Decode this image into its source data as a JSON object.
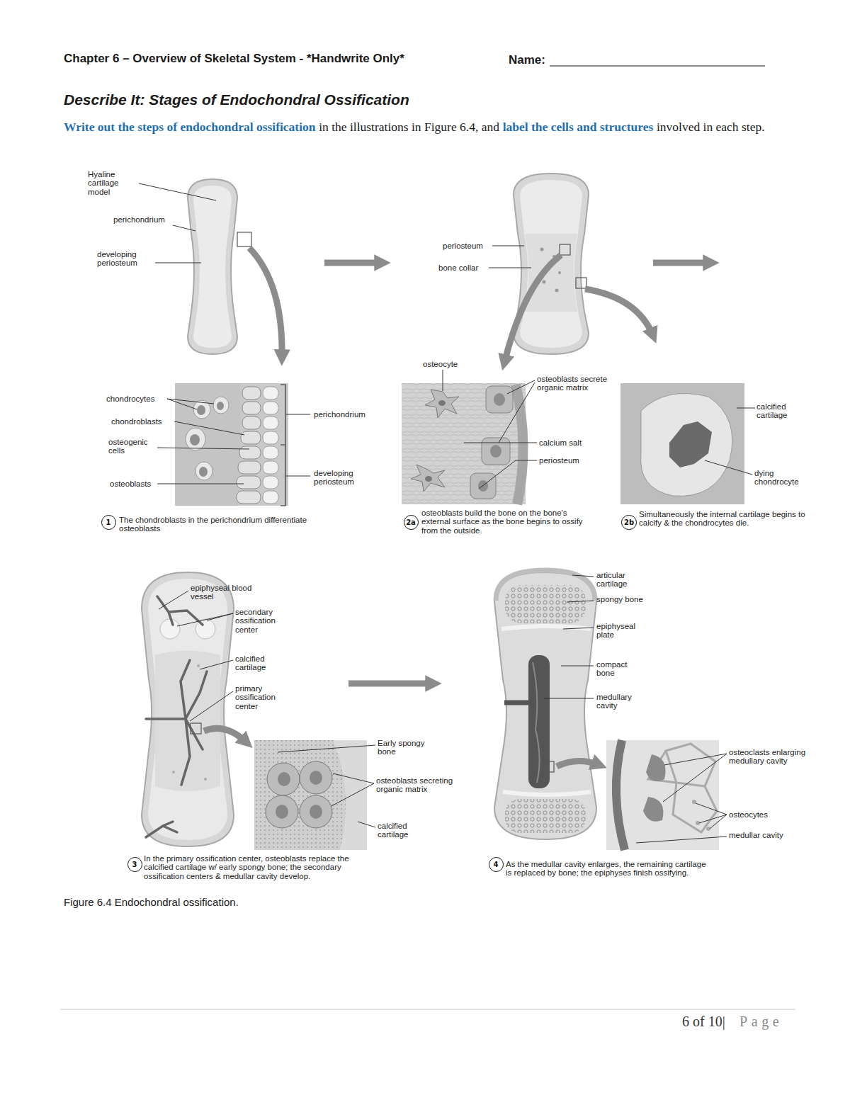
{
  "diagram": {
    "title": "Describe It: Stages of Endochondral Ossification",
    "caption": "Figure 6.4 Endochondral ossification.",
    "nodes": [
      {
        "text": [
          "1"
        ]
      },
      {
        "text": [
          "2a"
        ]
      },
      {
        "text": [
          "2b"
        ]
      },
      {
        "text": [
          "3"
        ]
      },
      {
        "text": [
          "4"
        ]
      }
    ],
    "labels": [
      "Chapter 6 – Overview of Skeletal System - *Handwrite Only*",
      "Name:",
      "Write out the steps of endochondral ossification",
      "in the illustrations in Figure 6.4, and",
      "label the cells and structures",
      "involved in each step.",
      "Hyaline cartilage model",
      "perichondrium",
      "developing periosteum",
      "chondrocytes",
      "chondroblasts",
      "osteogenic cells",
      "osteoblasts",
      "perichondrium",
      "developing periosteum",
      "The chondroblasts in the perichondrium differentiate osteoblasts",
      "periosteum",
      "bone collar",
      "osteocyte",
      "osteoblasts secrete organic matrix",
      "calcium salt",
      "periosteum",
      "osteoblasts build the bone on the bone's external surface as the bone begins to ossify from the outside.",
      "calcified cartilage",
      "dying chondrocyte",
      "Simultaneously the internal cartilage begins to calcify & the chondrocytes die.",
      "epiphyseal blood vessel",
      "secondary ossification center",
      "calcified cartilage",
      "primary ossification center",
      "Early spongy bone",
      "osteoblasts secreting organic matrix",
      "calcified cartilage",
      "In the primary ossification center, osteoblasts replace the calcified cartilage w/ early spongy bone; the secondary ossification centers & medullar cavity develop.",
      "articular cartilage",
      "spongy bone",
      "epiphyseal plate",
      "compact bone",
      "medullary cavity",
      "osteoclasts enlarging medullary cavity",
      "osteocytes",
      "medullar cavity",
      "As the medullar cavity enlarges, the remaining cartilage is replaced by bone; the epiphyses finish ossifying.",
      "6 of 10|",
      "Page"
    ]
  }
}
